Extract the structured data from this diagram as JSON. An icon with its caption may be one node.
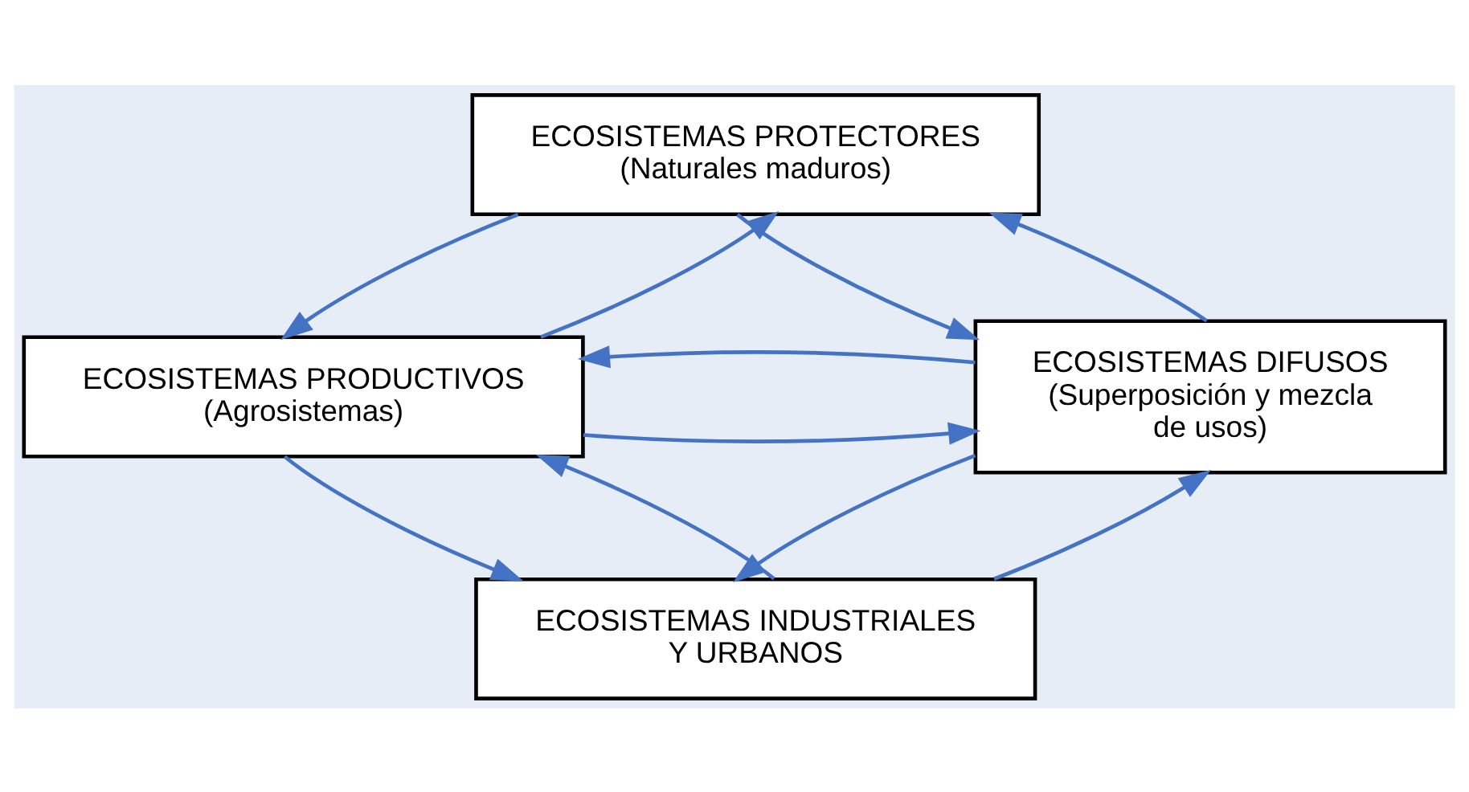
{
  "diagram": {
    "nodes": [
      {
        "text": [
          "ECOSISTEMAS PROTECTORES",
          "(Naturales maduros)"
        ]
      },
      {
        "text": [
          "ECOSISTEMAS PRODUCTIVOS",
          "(Agrosistemas)"
        ]
      },
      {
        "text": [
          "ECOSISTEMAS DIFUSOS",
          "(Superposición y mezcla de usos)"
        ]
      },
      {
        "text": [
          "ECOSISTEMAS INDUSTRIALES Y URBANOS"
        ]
      }
    ],
    "edges": [
      {
        "from": 0,
        "to": 1,
        "arrow": "to"
      },
      {
        "from": 1,
        "to": 0,
        "arrow": "to"
      },
      {
        "from": 0,
        "to": 2,
        "arrow": "to"
      },
      {
        "from": 2,
        "to": 0,
        "arrow": "to"
      },
      {
        "from": 1,
        "to": 2,
        "arrow": "to"
      },
      {
        "from": 2,
        "to": 1,
        "arrow": "to"
      },
      {
        "from": 1,
        "to": 3,
        "arrow": "to"
      },
      {
        "from": 3,
        "to": 1,
        "arrow": "to"
      },
      {
        "from": 2,
        "to": 3,
        "arrow": "to"
      },
      {
        "from": 3,
        "to": 2,
        "arrow": "to"
      }
    ]
  }
}
